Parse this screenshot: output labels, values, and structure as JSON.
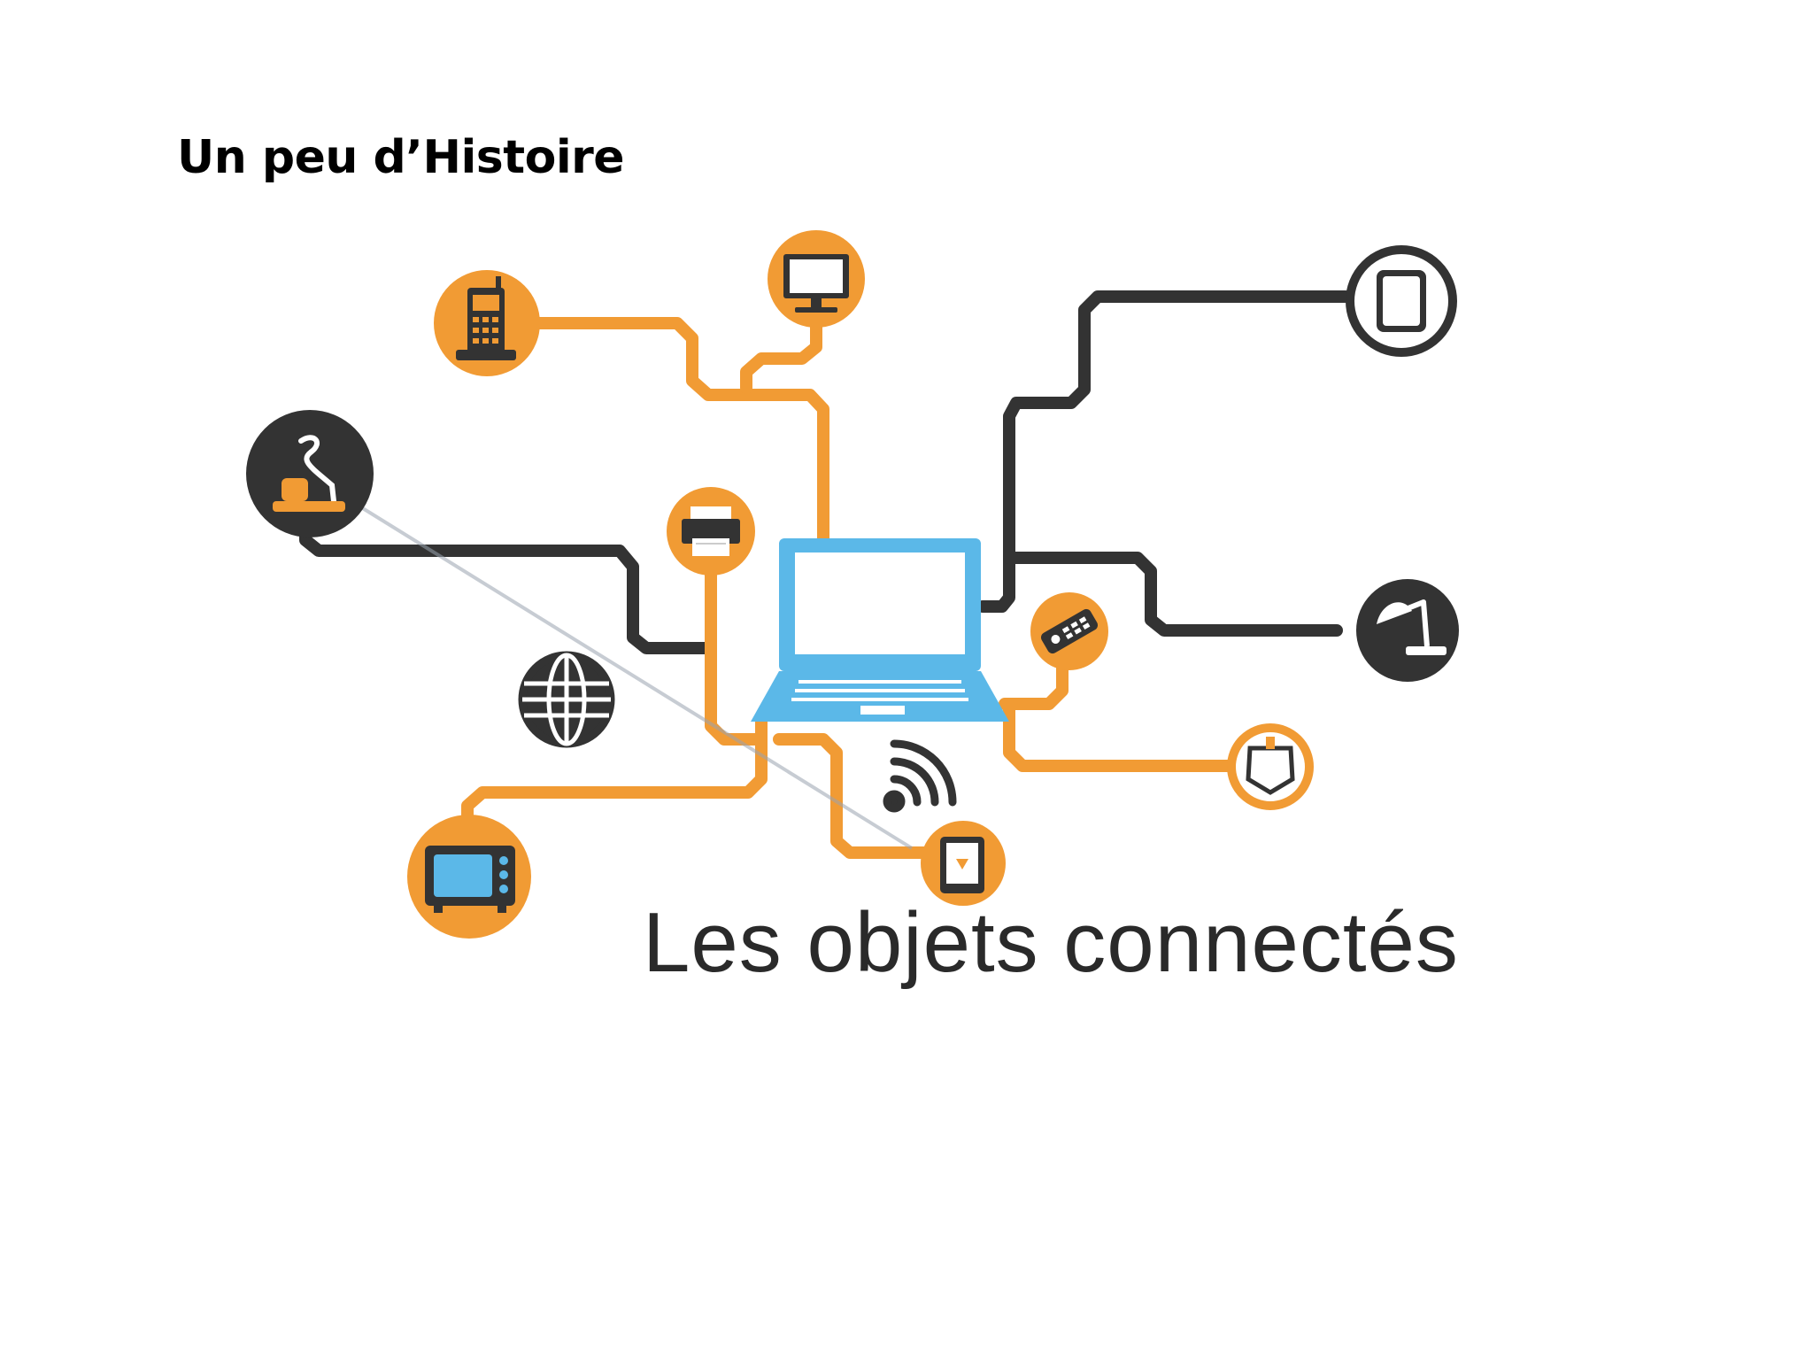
{
  "slide": {
    "title": "Un peu d’Histoire"
  },
  "illustration": {
    "caption": "Les objets connectés",
    "hub": "laptop-icon",
    "devices": [
      {
        "icon": "cordless-phone-icon",
        "link": "orange"
      },
      {
        "icon": "monitor-icon",
        "link": "orange"
      },
      {
        "icon": "printer-icon",
        "link": "orange"
      },
      {
        "icon": "robot-vacuum-icon",
        "link": "dark"
      },
      {
        "icon": "television-icon",
        "link": "orange"
      },
      {
        "icon": "tablet-icon",
        "link": "orange"
      },
      {
        "icon": "remote-control-icon",
        "link": "orange"
      },
      {
        "icon": "smart-plug-icon",
        "link": "orange"
      },
      {
        "icon": "smartwatch-icon",
        "link": "dark"
      },
      {
        "icon": "desk-lamp-icon",
        "link": "dark"
      }
    ],
    "extras": [
      "globe-icon",
      "wifi-icon"
    ],
    "colors": {
      "orange": "#F19B34",
      "dark": "#333333",
      "laptop": "#5BB8E8",
      "caption": "#2A2A2A"
    }
  }
}
